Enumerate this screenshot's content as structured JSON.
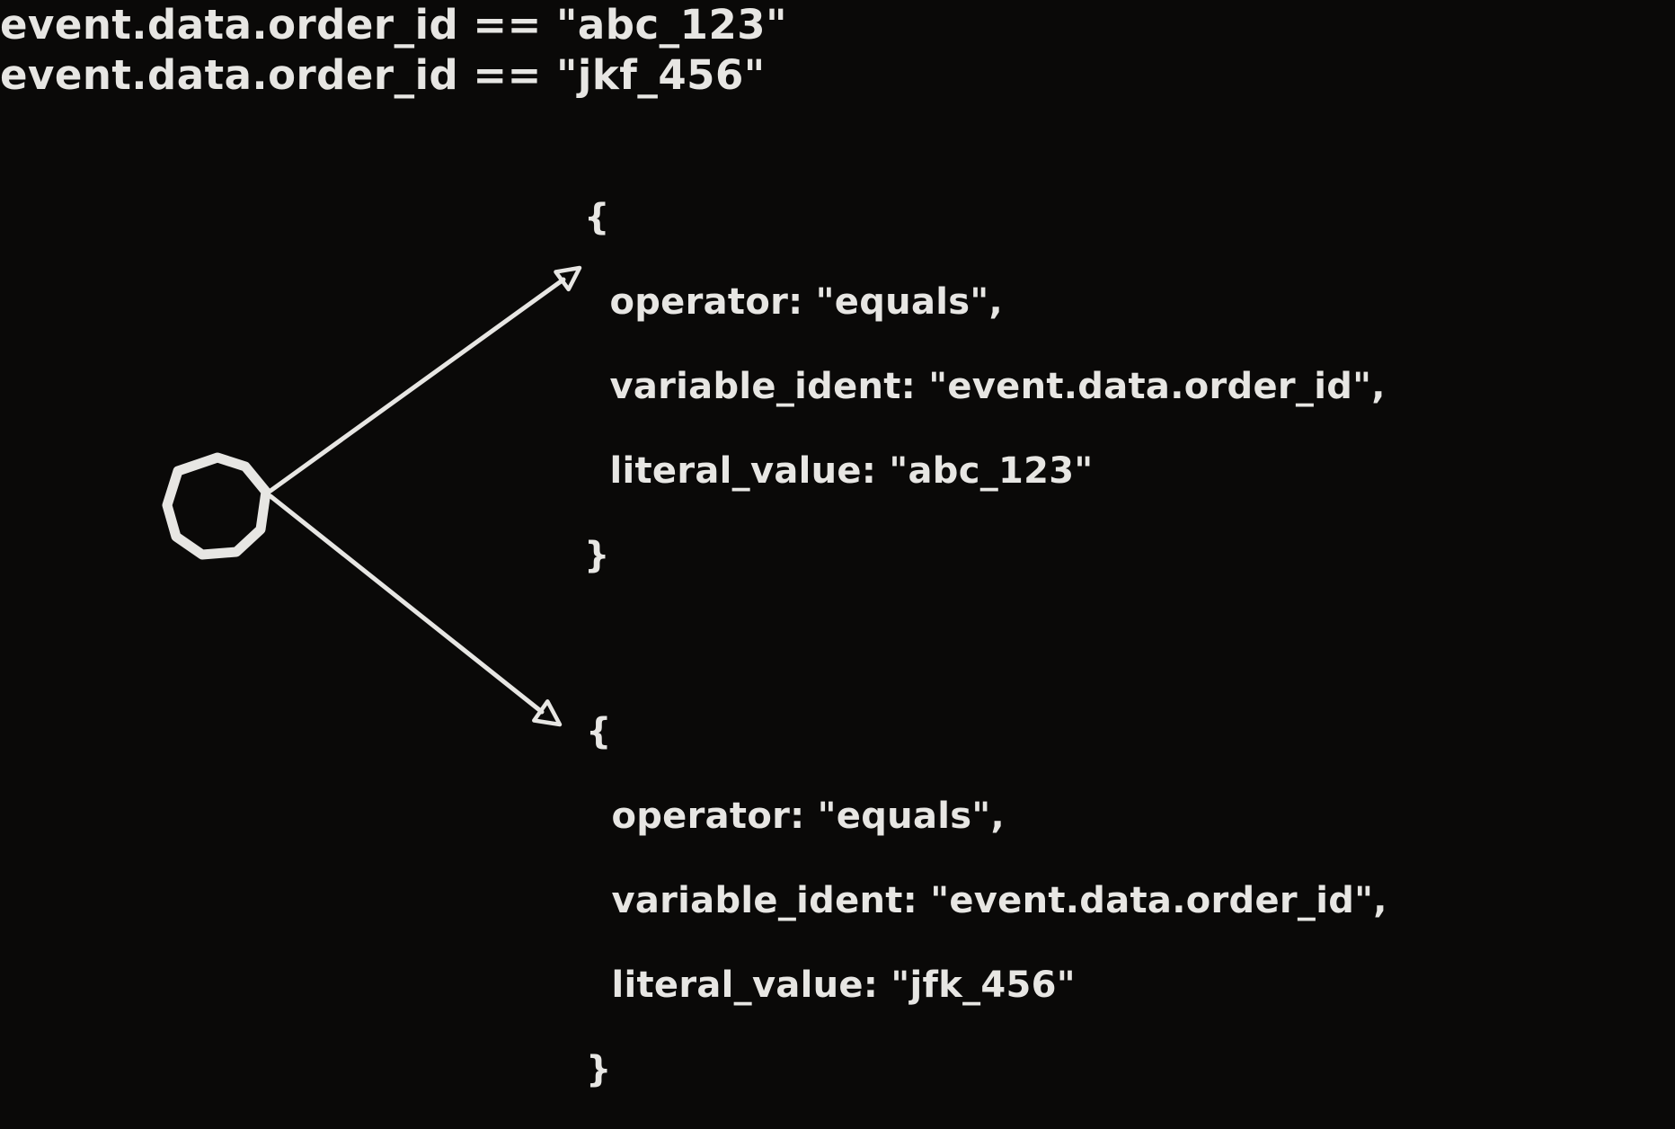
{
  "canvas": {
    "background": "#0a0908",
    "ink": "#e7e6e3"
  },
  "node": {
    "icon": "circle-node"
  },
  "branches": [
    {
      "title": "event.data.order_id == \"abc_123\"",
      "code_lines": [
        "{",
        "  operator: \"equals\",",
        "  variable_ident: \"event.data.order_id\",",
        "  literal_value: \"abc_123\"",
        "}"
      ]
    },
    {
      "title": "event.data.order_id == \"jkf_456\"",
      "code_lines": [
        "{",
        "  operator: \"equals\",",
        "  variable_ident: \"event.data.order_id\",",
        "  literal_value: \"jfk_456\"",
        "}"
      ]
    }
  ]
}
